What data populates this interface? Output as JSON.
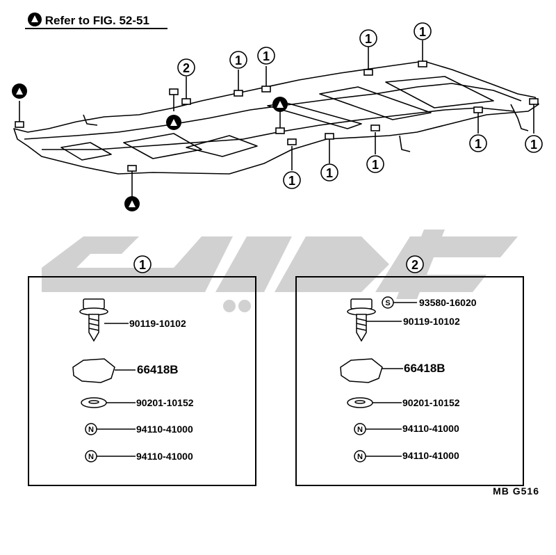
{
  "header": {
    "triangle_symbol": "triangle-icon",
    "reference_text": "Refer to FIG. 52-51"
  },
  "callouts": {
    "one": "1",
    "two": "2"
  },
  "box1": {
    "title": "1",
    "parts": [
      {
        "number": "90119-10102"
      },
      {
        "number": "66418B"
      },
      {
        "number": "90201-10152"
      },
      {
        "number": "94110-41000",
        "marker": "N"
      },
      {
        "number": "94110-41000",
        "marker": "N"
      }
    ]
  },
  "box2": {
    "title": "2",
    "parts": [
      {
        "number": "93580-16020",
        "marker": "S"
      },
      {
        "number": "90119-10102"
      },
      {
        "number": "66418B"
      },
      {
        "number": "90201-10152"
      },
      {
        "number": "94110-41000",
        "marker": "N"
      },
      {
        "number": "94110-41000",
        "marker": "N"
      }
    ]
  },
  "footer": {
    "code": "MB  G516"
  },
  "colors": {
    "ink": "#000000",
    "watermark": "#c8c8c8"
  }
}
